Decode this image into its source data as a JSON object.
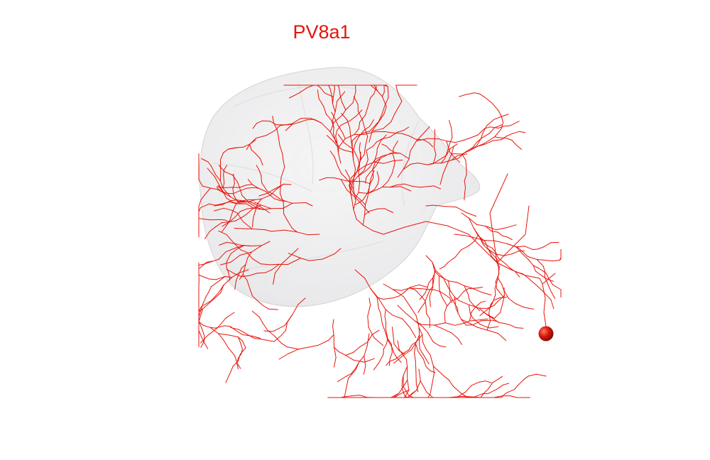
{
  "title": "PV8a1",
  "colors": {
    "background": "#ffffff",
    "title": "#e8140a",
    "neuron": "#e8140a",
    "soma": "#c01008",
    "volume_fill": "#e9e9ea",
    "volume_edge": "#d4d4d6"
  },
  "objects": [
    {
      "name": "brain-region-volume",
      "kind": "translucent gray mesh"
    },
    {
      "name": "neuron-arbor",
      "kind": "red branching axon/dendrite tree"
    },
    {
      "name": "soma",
      "kind": "red sphere"
    }
  ]
}
